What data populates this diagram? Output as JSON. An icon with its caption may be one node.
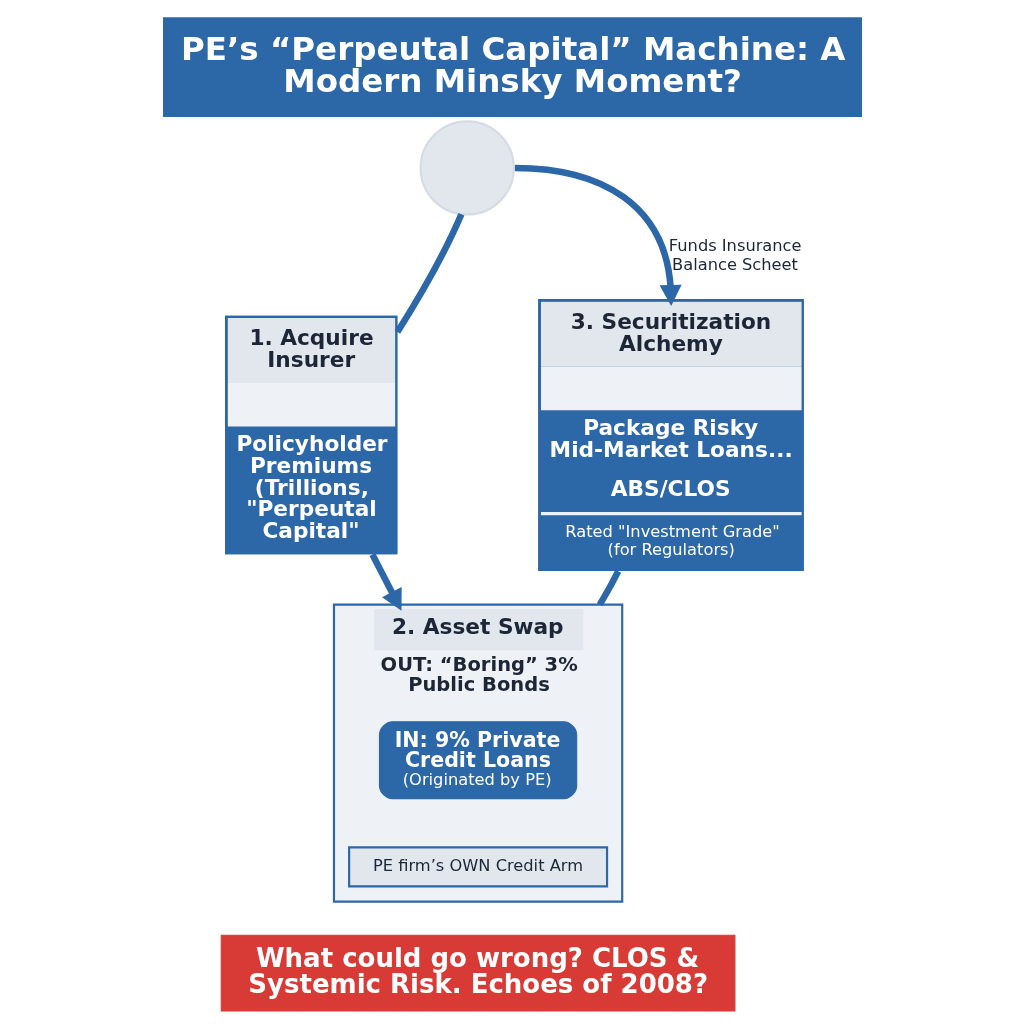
{
  "diagram": {
    "title": "PE’s “Perpeutal Capital” Machine: A Modern Minsky Moment?",
    "nodes": [
      {
        "text": [],
        "shape": "circle"
      },
      {
        "text": [
          "1. Acquire Insurer",
          "Policyholder Premiums (Trillions, \"Perpeutal Capital\""
        ]
      },
      {
        "text": [
          "3. Securitization Alchemy",
          "Package Risky Mid-Market Loans...",
          "ABS/CLOS",
          "Rated \"Investment Grade\" (for Regulators)"
        ]
      },
      {
        "text": [
          "2. Asset Swap",
          "OUT: “Boring” 3% Public Bonds"
        ]
      },
      {
        "text": [
          "IN: 9% Private Credit Loans",
          "(Originated by PE)"
        ],
        "in": 3
      },
      {
        "text": [
          "PE firm’s OWN Credit Arm"
        ],
        "in": 3
      },
      {
        "text": [
          "What could go wrong? CLOS & Systemic Risk. Echoes of 2008?"
        ]
      }
    ],
    "edges": [
      {
        "from": 1,
        "to": 0,
        "arrow": "none"
      },
      {
        "from": 0,
        "to": 2,
        "arrow": "to",
        "label": "Funds Insurance Balance Scheet"
      },
      {
        "from": 1,
        "to": 3,
        "arrow": "to"
      },
      {
        "from": 3,
        "to": 2,
        "arrow": "none"
      }
    ]
  }
}
